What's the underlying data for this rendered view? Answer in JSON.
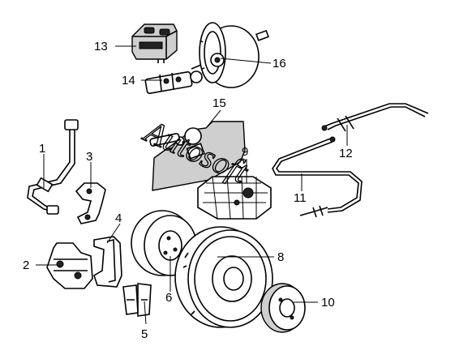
{
  "diagram": {
    "callouts": [
      "1",
      "2",
      "3",
      "4",
      "5",
      "6",
      "8",
      "9",
      "10",
      "11",
      "12",
      "13",
      "14",
      "15",
      "16"
    ],
    "watermark": "Autosoft"
  },
  "colors": {
    "line": "#000000",
    "background": "#ffffff",
    "shade": "#cfcfcf"
  }
}
